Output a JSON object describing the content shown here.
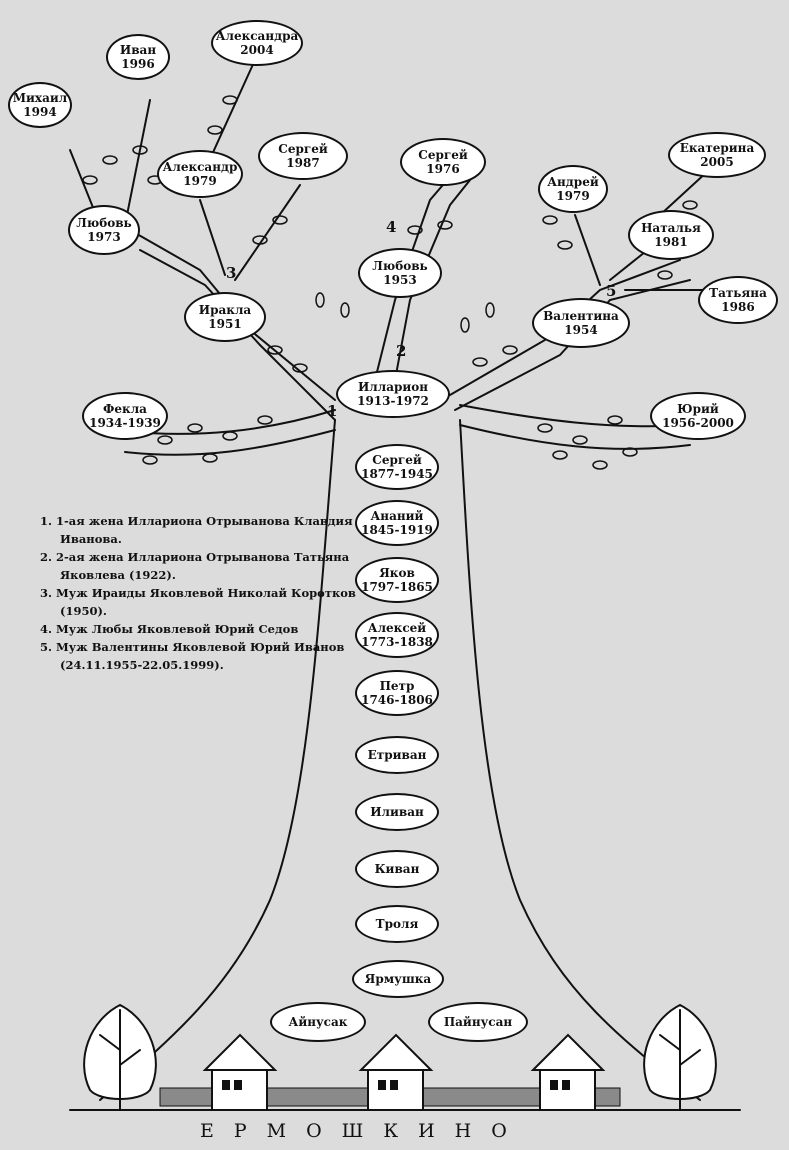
{
  "tree_nodes": {
    "mikhail": {
      "name": "Михаил",
      "years": "1994"
    },
    "ivan": {
      "name": "Иван",
      "years": "1996"
    },
    "aleksandra": {
      "name": "Александра",
      "years": "2004"
    },
    "lyubov_1973": {
      "name": "Любовь",
      "years": "1973"
    },
    "aleksandr": {
      "name": "Александр",
      "years": "1979"
    },
    "sergey_1987": {
      "name": "Сергей",
      "years": "1987"
    },
    "sergey_1976": {
      "name": "Сергей",
      "years": "1976"
    },
    "ekaterina": {
      "name": "Екатерина",
      "years": "2005"
    },
    "andrey": {
      "name": "Андрей",
      "years": "1979"
    },
    "natalya": {
      "name": "Наталья",
      "years": "1981"
    },
    "tatyana": {
      "name": "Татьяна",
      "years": "1986"
    },
    "lyubov_1953": {
      "name": "Любовь",
      "years": "1953"
    },
    "iraida": {
      "name": "Иракла",
      "years": "1951"
    },
    "valentina": {
      "name": "Валентина",
      "years": "1954"
    },
    "illarion": {
      "name": "Илларион",
      "years": "1913-1972"
    },
    "fekla": {
      "name": "Фекла",
      "years": "1934-1939"
    },
    "yuriy": {
      "name": "Юрий",
      "years": "1956-2000"
    },
    "sergey_1877": {
      "name": "Сергей",
      "years": "1877-1945"
    },
    "ananiy": {
      "name": "Ананий",
      "years": "1845-1919"
    },
    "yakov": {
      "name": "Яков",
      "years": "1797-1865"
    },
    "aleksey": {
      "name": "Алексей",
      "years": "1773-1838"
    },
    "petr": {
      "name": "Петр",
      "years": "1746-1806"
    },
    "ertrivan": {
      "name": "Етриван",
      "years": ""
    },
    "ilivan": {
      "name": "Иливан",
      "years": ""
    },
    "kivan": {
      "name": "Киван",
      "years": ""
    },
    "trolya": {
      "name": "Троля",
      "years": ""
    },
    "yarmushka": {
      "name": "Ярмушка",
      "years": ""
    },
    "aynusak": {
      "name": "Айнусак",
      "years": ""
    },
    "paynusan": {
      "name": "Пайнусан",
      "years": ""
    }
  },
  "markers": {
    "m1": "1",
    "m2": "2",
    "m3": "3",
    "m4": "4",
    "m5": "5"
  },
  "notes": [
    "1. 1-ая жена Иллариона Отрыванова Клавдия Иванова.",
    "2. 2-ая жена Иллариона Отрыванова Татьяна Яковлева (1922).",
    "3. Муж Ираиды Яковлевой Николай Коротков (1950).",
    "4. Муж Любы Яковлевой Юрий Седов",
    "5. Муж Валентины Яковлевой Юрий Иванов (24.11.1955-22.05.1999)."
  ],
  "village": "ЕРМОШКИНО",
  "colors": {
    "background": "#dcdcdc",
    "ink": "#111111",
    "node_fill": "#ffffff"
  }
}
